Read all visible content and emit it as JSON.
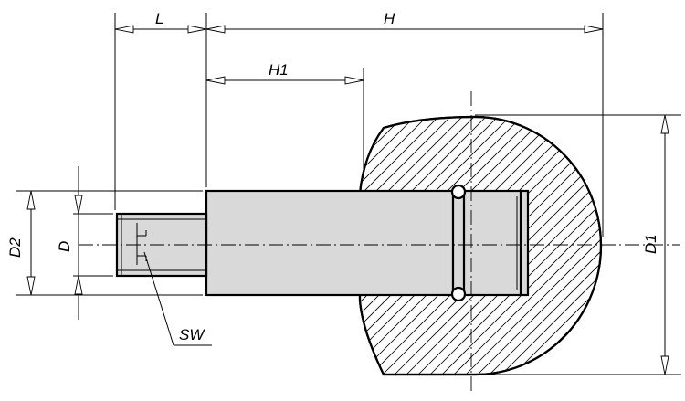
{
  "dimensions": {
    "L": "L",
    "H": "H",
    "H1": "H1",
    "D": "D",
    "D2": "D2",
    "D1": "D1",
    "SW": "SW"
  },
  "colors": {
    "part_fill": "#d9d9d9",
    "ball_fill": "#ffffff",
    "line": "#000000",
    "background": "#ffffff"
  }
}
